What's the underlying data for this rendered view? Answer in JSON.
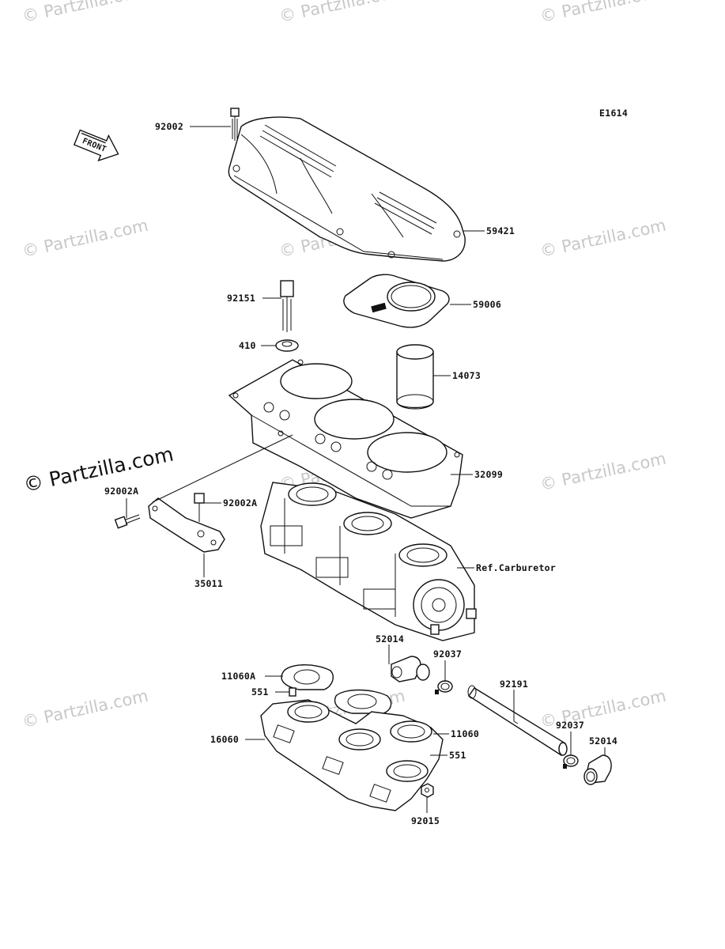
{
  "diagram_code": "E1614",
  "front_arrow_label": "FRONT",
  "watermark_text": "© Partzilla.com",
  "watermark_color": "#c8c8c8",
  "parts": [
    {
      "id": "p92002",
      "label": "92002"
    },
    {
      "id": "p59421",
      "label": "59421"
    },
    {
      "id": "p92151",
      "label": "92151"
    },
    {
      "id": "p59006",
      "label": "59006"
    },
    {
      "id": "p410",
      "label": "410"
    },
    {
      "id": "p14073",
      "label": "14073"
    },
    {
      "id": "p32099",
      "label": "32099"
    },
    {
      "id": "p92002a_l",
      "label": "92002A"
    },
    {
      "id": "p92002a_r",
      "label": "92002A"
    },
    {
      "id": "p35011",
      "label": "35011"
    },
    {
      "id": "pref",
      "label": "Ref.Carburetor"
    },
    {
      "id": "p52014_l",
      "label": "52014"
    },
    {
      "id": "p92037_top",
      "label": "92037"
    },
    {
      "id": "p11060a",
      "label": "11060A"
    },
    {
      "id": "p551_top",
      "label": "551"
    },
    {
      "id": "p92191",
      "label": "92191"
    },
    {
      "id": "p92037_r",
      "label": "92037"
    },
    {
      "id": "p16060",
      "label": "16060"
    },
    {
      "id": "p11060",
      "label": "11060"
    },
    {
      "id": "p52014_r",
      "label": "52014"
    },
    {
      "id": "p551_bot",
      "label": "551"
    },
    {
      "id": "p92015",
      "label": "92015"
    }
  ]
}
